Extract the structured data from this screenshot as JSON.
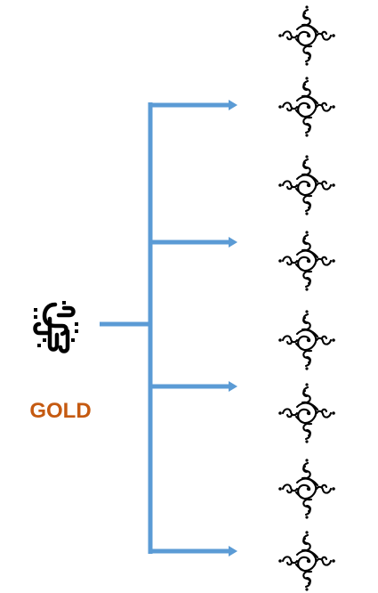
{
  "root": {
    "label": "GOLD",
    "label_color": "#c55a11",
    "icon": "interlaced-knot-icon"
  },
  "tree": {
    "line_color": "#5b9bd5",
    "branch_count": 4
  },
  "leaves": {
    "icon": "ornamental-fleuron-icon",
    "count": 8
  }
}
